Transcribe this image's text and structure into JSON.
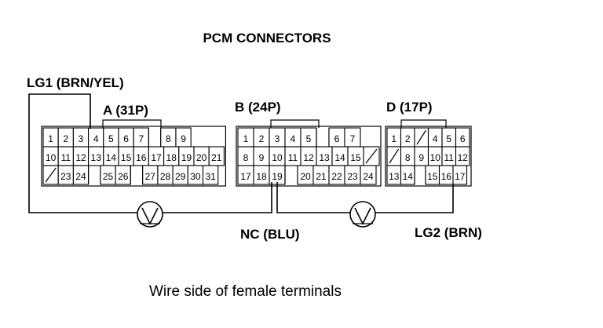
{
  "title": "PCM CONNECTORS",
  "footer": "Wire side of female terminals",
  "wires": {
    "lg1": "LG1 (BRN/YEL)",
    "nc": "NC (BLU)",
    "lg2": "LG2 (BRN)"
  },
  "connectors": {
    "a": {
      "label": "A (31P)",
      "rows": [
        [
          "1",
          "2",
          "3",
          "4",
          "5",
          "6",
          "7",
          "",
          "8",
          "9"
        ],
        [
          "10",
          "11",
          "12",
          "13",
          "14",
          "15",
          "16",
          "17",
          "18",
          "19",
          "20",
          "21"
        ],
        [
          "/",
          "23",
          "24",
          "",
          "25",
          "26",
          "",
          "27",
          "28",
          "29",
          "30",
          "31"
        ]
      ]
    },
    "b": {
      "label": "B (24P)",
      "rows": [
        [
          "1",
          "2",
          "3",
          "4",
          "5",
          "",
          "6",
          "7"
        ],
        [
          "8",
          "9",
          "10",
          "11",
          "12",
          "13",
          "14",
          "15",
          "/"
        ],
        [
          "17",
          "18",
          "19",
          "",
          "20",
          "21",
          "22",
          "23",
          "24"
        ]
      ]
    },
    "d": {
      "label": "D (17P)",
      "rows": [
        [
          "1",
          "2",
          "/",
          "4",
          "5",
          "6"
        ],
        [
          "/",
          "8",
          "9",
          "10",
          "11",
          "12"
        ],
        [
          "13",
          "14",
          "",
          "15",
          "16",
          "17"
        ]
      ]
    }
  },
  "meter_symbol": "V"
}
